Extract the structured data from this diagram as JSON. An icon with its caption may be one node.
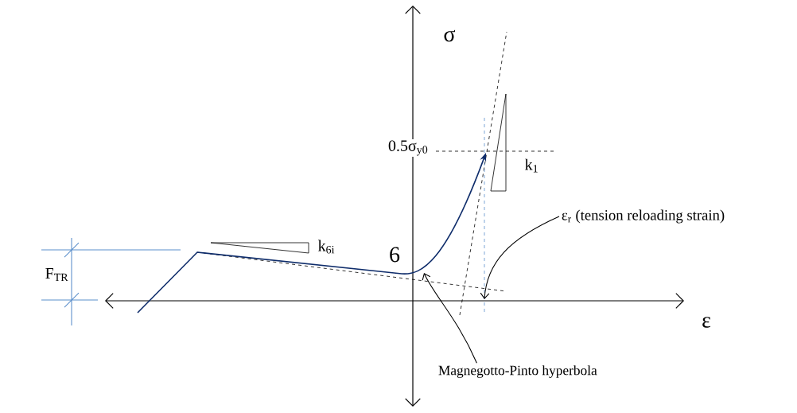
{
  "diagram": {
    "nodes": [
      {
        "text": [
          "Magnegotto-Pinto hyperbola"
        ]
      },
      {
        "text": [
          "ε$_{r}$ (tension reloading strain)"
        ]
      }
    ],
    "edges": [
      {
        "from": 0,
        "to": null,
        "arrow": "to"
      },
      {
        "from": 1,
        "to": null,
        "arrow": "to"
      }
    ],
    "labels": [
      "σ",
      "0.5σ$_{y0}$",
      "k$_{1}$",
      "F$_{TR}$",
      "k$_{6i}$",
      "6",
      "ε"
    ]
  }
}
